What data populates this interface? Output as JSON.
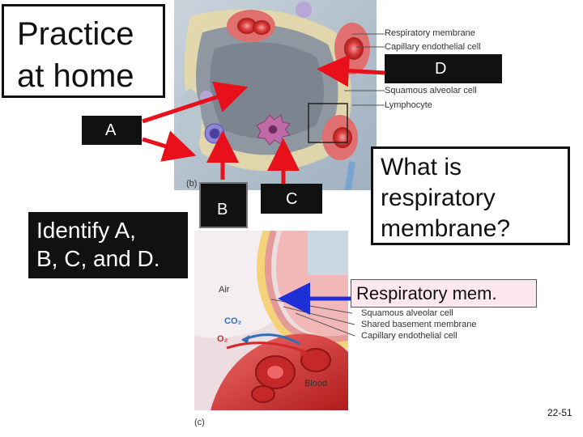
{
  "title_box": {
    "line1": "Practice",
    "line2": "at home"
  },
  "question_box": {
    "line1": "Identify A,",
    "line2": "B, C, and D."
  },
  "respiratory_question": {
    "line1": "What is",
    "line2": "respiratory",
    "line3": "membrane?"
  },
  "markers": {
    "a": "A",
    "b": "B",
    "c": "C",
    "d": "D"
  },
  "answer_label": "Respiratory mem.",
  "figure_b": {
    "panel_label": "(b)",
    "callouts": [
      "Respiratory membrane",
      "Capillary endothelial cell",
      "Squamous alveolar cell",
      "Lymphocyte"
    ]
  },
  "figure_c": {
    "panel_label": "(c)",
    "air": "Air",
    "co2": "CO₂",
    "o2": "O₂",
    "blood": "Blood",
    "callouts": [
      "Squamous alveolar cell",
      "Shared basement membrane",
      "Capillary endothelial cell"
    ]
  },
  "slide_number": "22-51",
  "colors": {
    "arrow_red": "#e8101a",
    "arrow_blue": "#1f2fd8",
    "answer_bg": "#fde8ee"
  }
}
